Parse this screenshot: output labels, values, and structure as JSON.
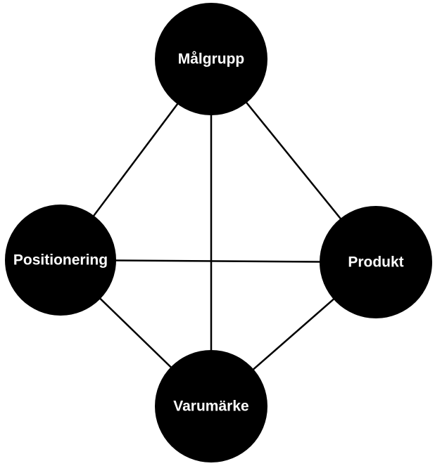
{
  "diagram": {
    "nodes": {
      "malgrupp": "Målgrupp",
      "positionering": "Positionering",
      "produkt": "Produkt",
      "varumarke": "Varumärke"
    },
    "edges": [
      [
        "malgrupp",
        "positionering"
      ],
      [
        "malgrupp",
        "produkt"
      ],
      [
        "malgrupp",
        "varumarke"
      ],
      [
        "positionering",
        "produkt"
      ],
      [
        "positionering",
        "varumarke"
      ],
      [
        "produkt",
        "varumarke"
      ]
    ],
    "colors": {
      "node_fill": "#000000",
      "label": "#ffffff",
      "edge": "#000000",
      "background": "#ffffff"
    }
  }
}
